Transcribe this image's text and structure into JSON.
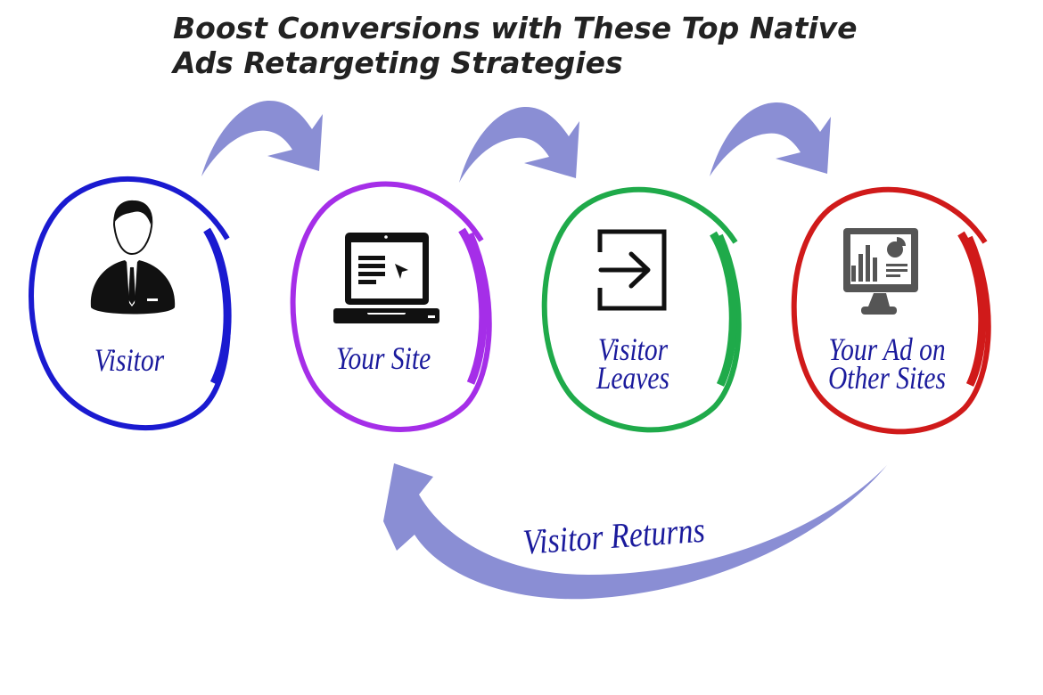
{
  "title": {
    "line1": "Boost Conversions with These Top Native",
    "line2": "Ads Retargeting Strategies"
  },
  "colors": {
    "title_text": "#222222",
    "label_text": "#1a1a9c",
    "arrow_fill": "#8a8ed4",
    "visitor_ring": "#1a1ad0",
    "your_site_ring": "#a52ee8",
    "visitor_leaves_ring": "#1faa4a",
    "your_ad_ring": "#d01a1a",
    "icon_black": "#111111",
    "icon_gray": "#555555"
  },
  "steps": [
    {
      "id": "visitor",
      "label_line1": "Visitor",
      "label_line2": "",
      "icon": "businessman-icon"
    },
    {
      "id": "your-site",
      "label_line1": "Your Site",
      "label_line2": "",
      "icon": "laptop-icon"
    },
    {
      "id": "visitor-leaves",
      "label_line1": "Visitor",
      "label_line2": "Leaves",
      "icon": "exit-icon"
    },
    {
      "id": "your-ad",
      "label_line1": "Your Ad on",
      "label_line2": "Other Sites",
      "icon": "monitor-chart-icon"
    }
  ],
  "return_arrow": {
    "label": "Visitor Returns"
  }
}
